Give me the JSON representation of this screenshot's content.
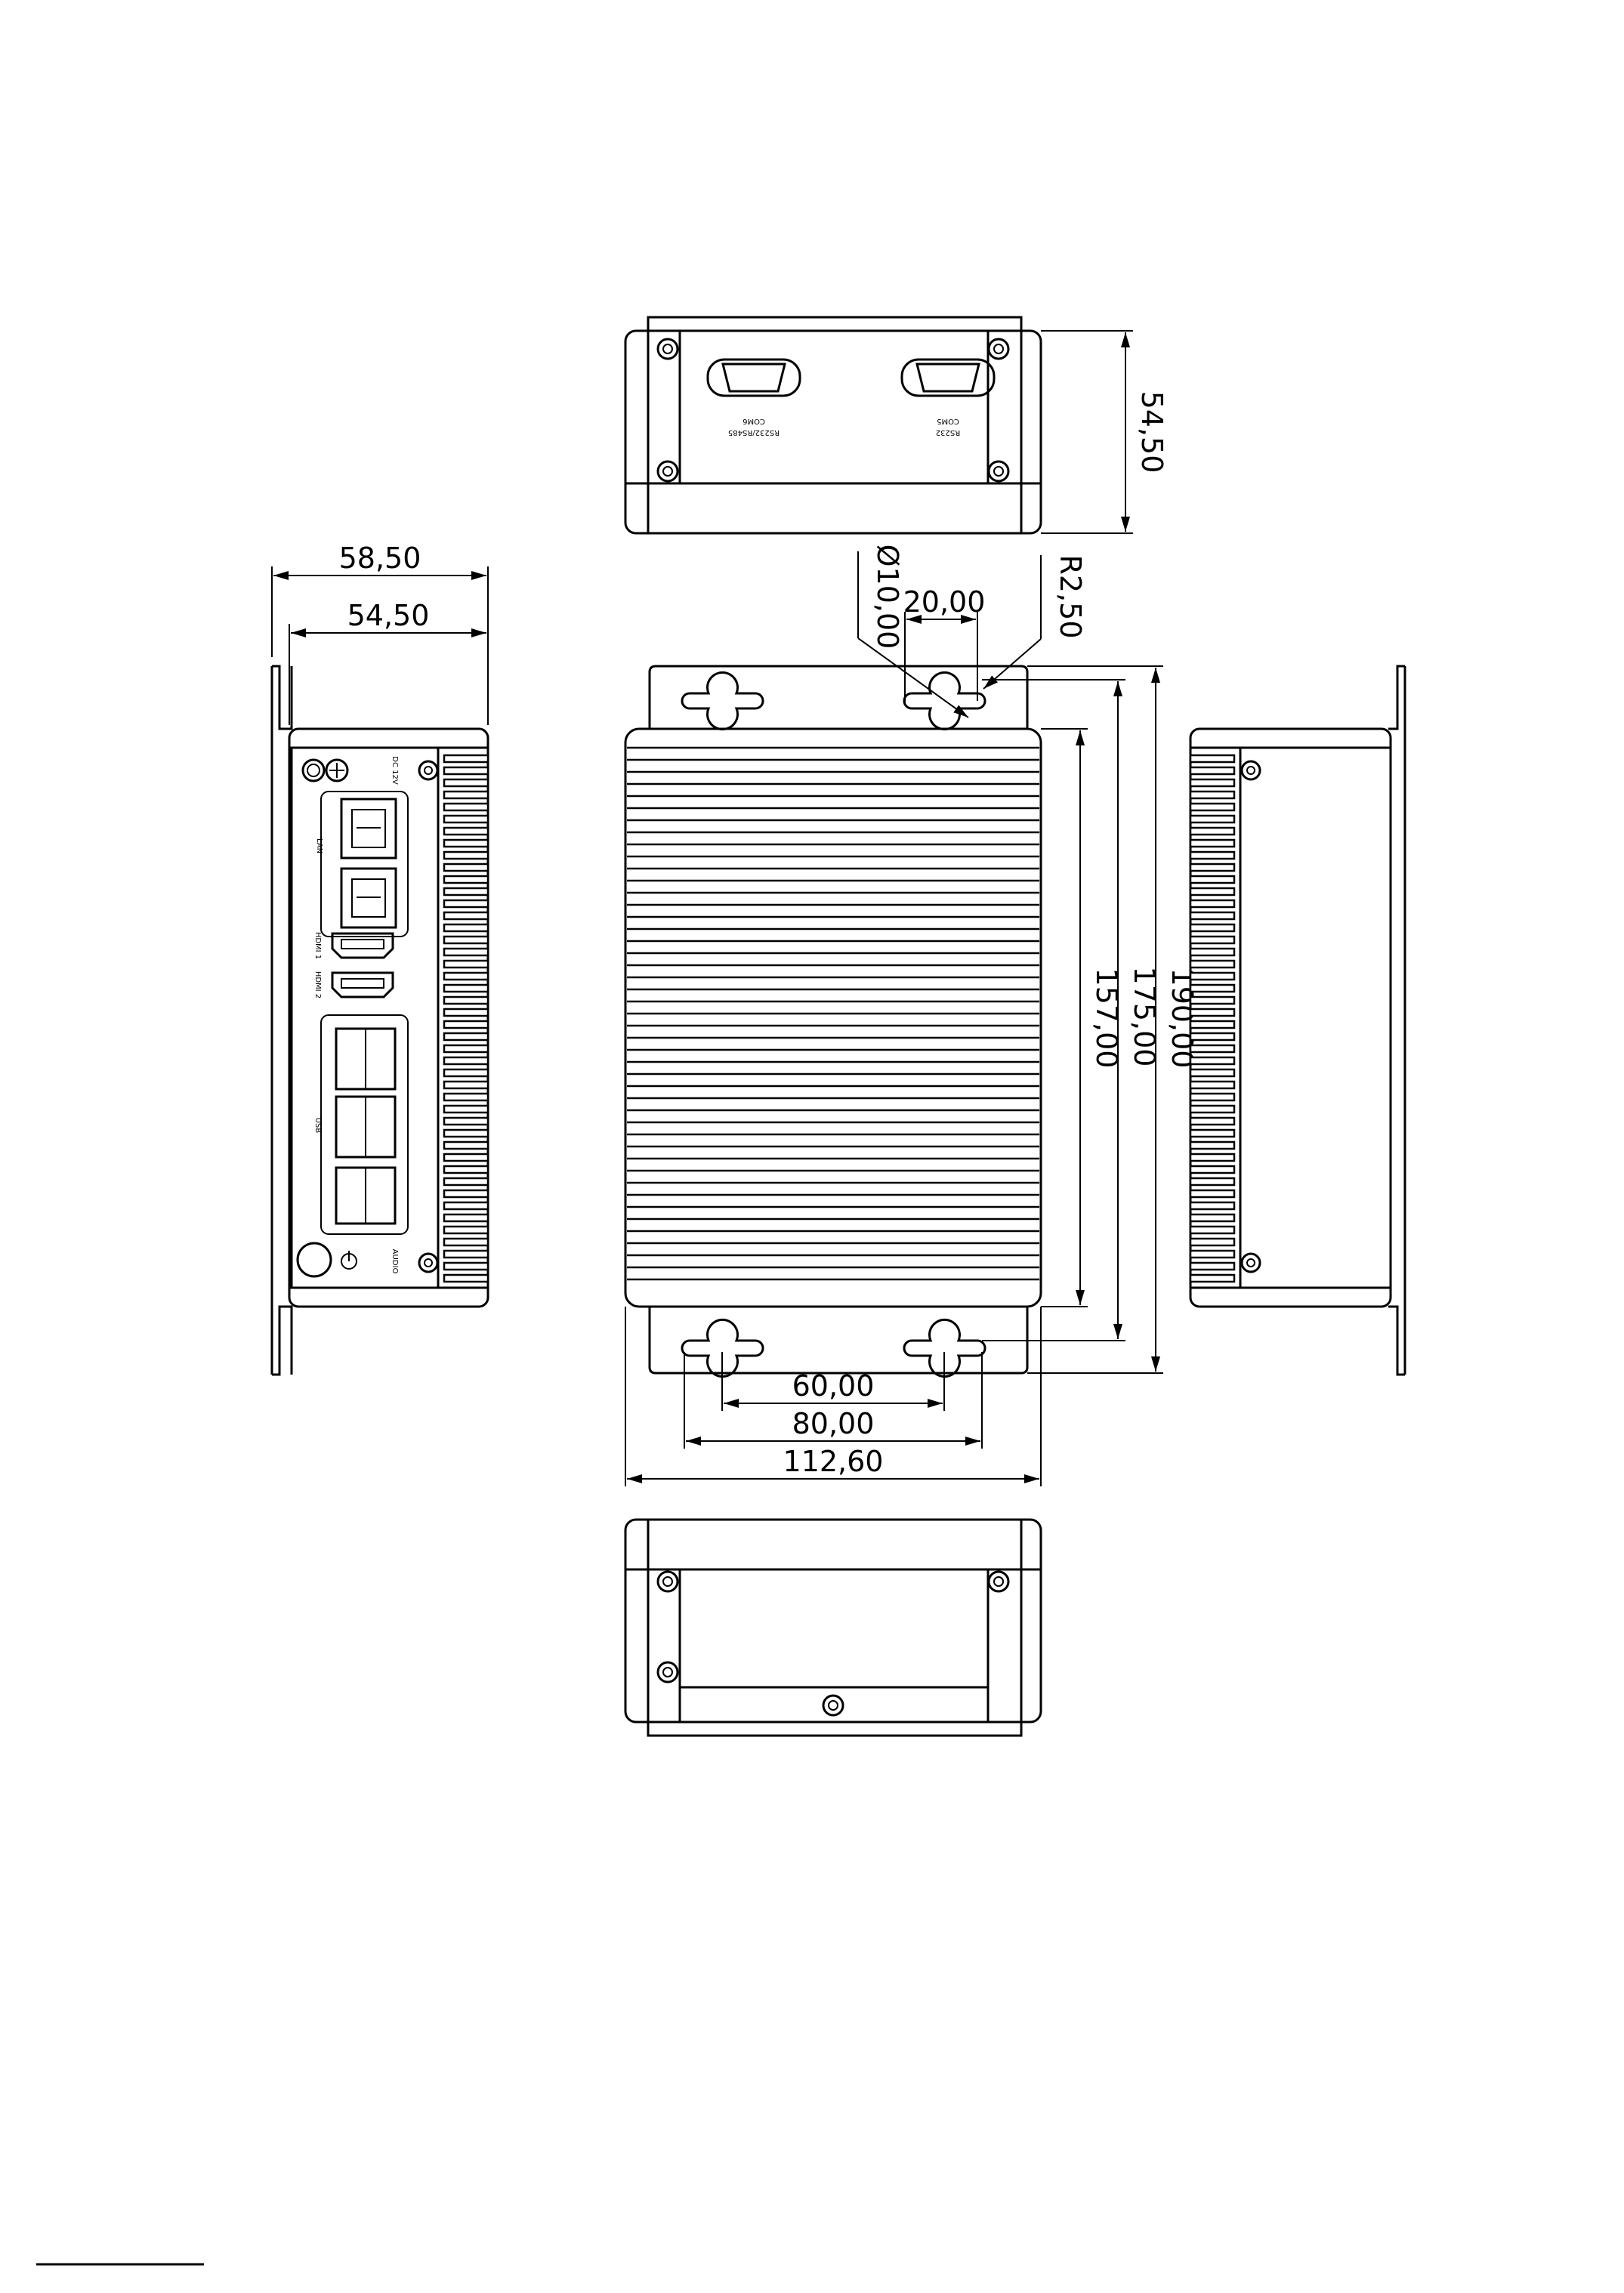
{
  "drawing": {
    "top_view": {
      "ports": [
        {
          "label": "COM6",
          "sub": "RS232/RS485"
        },
        {
          "label": "COM5",
          "sub": "RS232"
        }
      ],
      "height_dim": "54,50"
    },
    "side_view": {
      "outer_width_dim": "58,50",
      "inner_width_dim": "54,50",
      "port_labels": {
        "dc": "DC 12V",
        "lan": "LAN",
        "hdmi1": "HDMI 1",
        "hdmi2": "HDMI 2",
        "usb": "USB",
        "audio": "AUDIO"
      }
    },
    "front_view": {
      "hole_dia": "Ø10,00",
      "hole_spacing": "20,00",
      "radius": "R2,50",
      "dims_vertical": [
        "157,00",
        "175,00",
        "190,00"
      ],
      "dims_horizontal": [
        "60,00",
        "80,00",
        "112,60"
      ]
    }
  }
}
